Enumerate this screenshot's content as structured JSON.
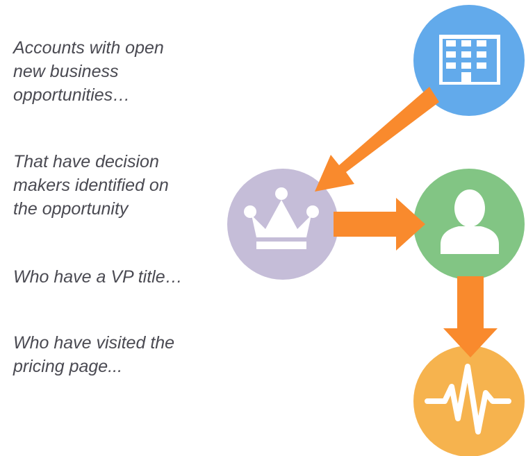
{
  "captions": [
    "Accounts with open\nnew business\nopportunities…",
    "That have decision\nmakers identified on\nthe opportunity",
    "Who have a VP title…",
    "Who have visited the\npricing page..."
  ],
  "nodes": [
    {
      "icon": "building-icon",
      "color": "#62aaeb"
    },
    {
      "icon": "crown-icon",
      "color": "#c5bdd8"
    },
    {
      "icon": "person-icon",
      "color": "#82c584"
    },
    {
      "icon": "pulse-icon",
      "color": "#f6b34e"
    }
  ],
  "arrow_color": "#f98a2d",
  "icon_color": "#ffffff"
}
